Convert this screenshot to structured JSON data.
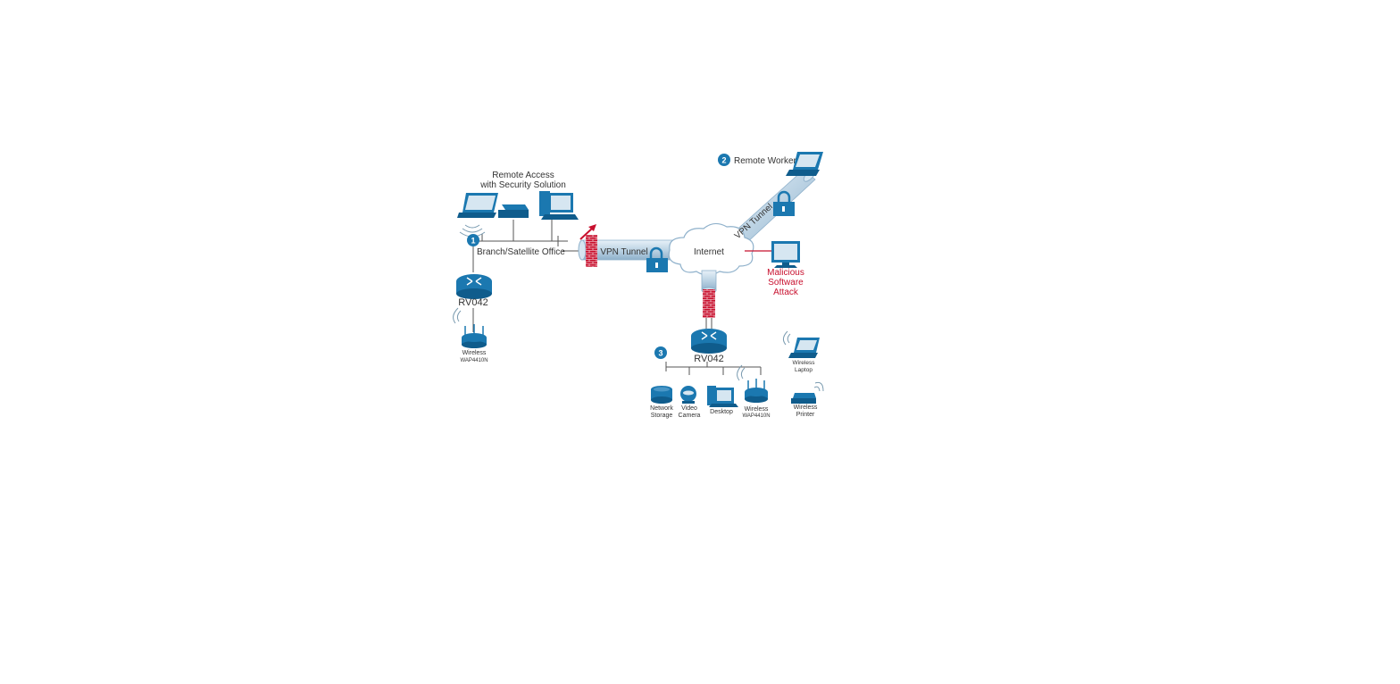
{
  "diagram": {
    "remote_access_line1": "Remote Access",
    "remote_access_line2": "with Security Solution",
    "branch_office": "Branch/Satellite Office",
    "router_branch": "RV042",
    "wireless_branch": "Wireless",
    "wireless_branch_model": "WAP4410N",
    "vpn_tunnel_left": "VPN Tunnel",
    "vpn_tunnel_right": "VPN Tunnel",
    "internet": "Internet",
    "remote_worker": "Remote Worker",
    "malicious_line1": "Malicious",
    "malicious_line2": "Software",
    "malicious_line3": "Attack",
    "router_main": "RV042",
    "network_storage_line1": "Network",
    "network_storage_line2": "Storage",
    "video_camera_line1": "Video",
    "video_camera_line2": "Camera",
    "desktop": "Desktop",
    "wireless_main": "Wireless",
    "wireless_main_model": "WAP4410N",
    "wireless_laptop_line1": "Wireless",
    "wireless_laptop_line2": "Laptop",
    "wireless_printer_line1": "Wireless",
    "wireless_printer_line2": "Printer",
    "badge1": "1",
    "badge2": "2",
    "badge3": "3"
  },
  "colors": {
    "device": "#1b78b0",
    "firewall": "#c8102e",
    "tunnel": "#bcd3e4",
    "attack_text": "#c8102e"
  }
}
